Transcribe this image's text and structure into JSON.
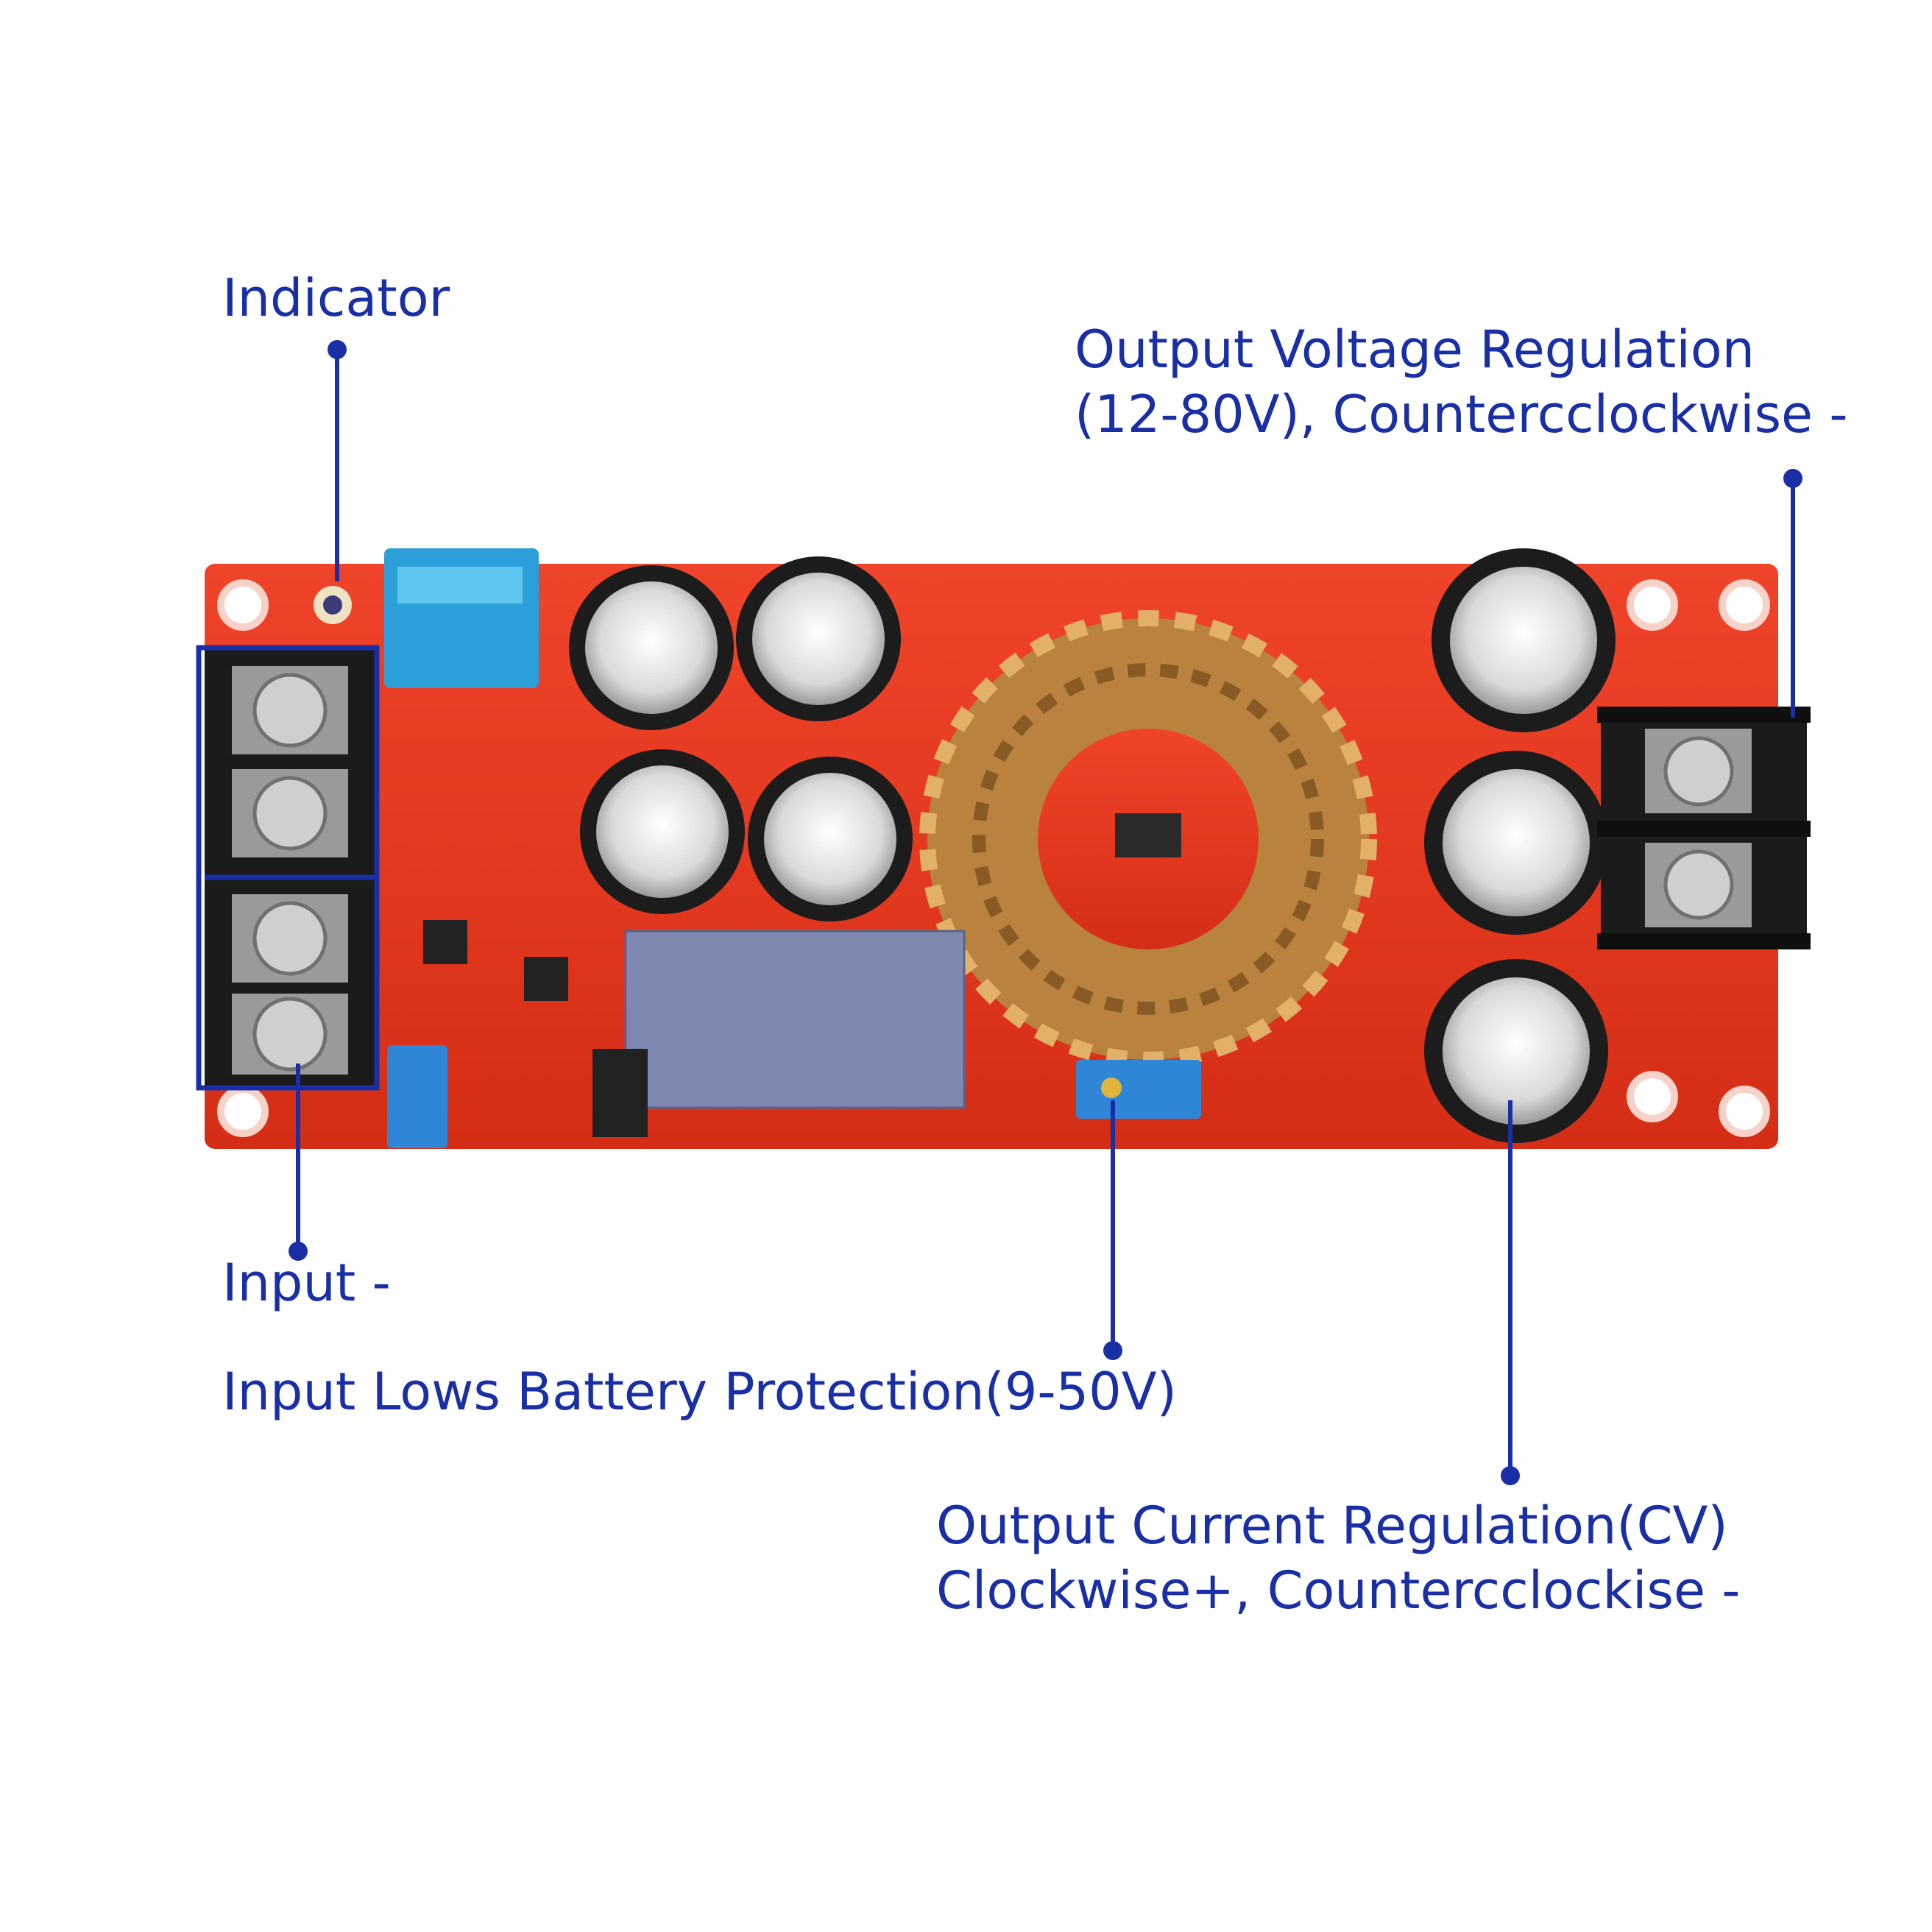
{
  "labels": {
    "indicator": "Indicator",
    "vout_line1": "Output Voltage Regulation",
    "vout_line2": "(12-80V), Countercclockwise -",
    "input": "Input -",
    "low_battery": "Input Lows Battery Protection(9-50V)",
    "cc_line1": "Output Current Regulation(CV)",
    "cc_line2": "Clockwise+, Countercclockise -"
  },
  "colors": {
    "label_text": "#1a2fa6",
    "leader_line": "#1a2fa6",
    "pcb": "#e8361b",
    "copper": "#c98a3e",
    "terminal": "#1b1b1b",
    "capacitor_top": "#e8e8e8"
  },
  "icons": {
    "board": "boost-converter-pcb-image",
    "callout_dot": "callout-dot-icon"
  }
}
